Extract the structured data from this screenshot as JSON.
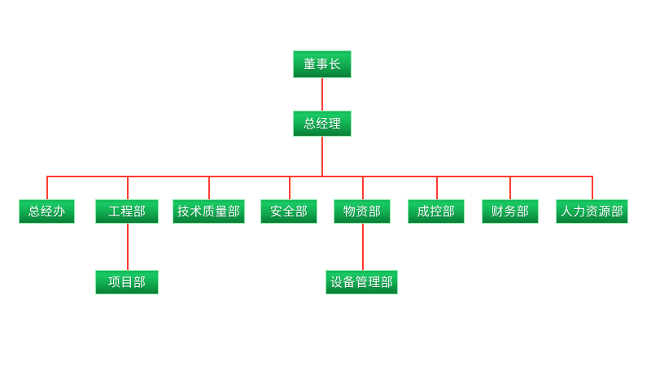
{
  "diagram": {
    "type": "organization-chart",
    "title": "",
    "background_color": "#ffffff",
    "node_fill_top": "#19c964",
    "node_fill_bottom": "#0c7a36",
    "node_border_color": "#8ce9ab",
    "node_text_color": "#ffffff",
    "connector_color": "#ff3b30"
  },
  "levels": {
    "level1": {
      "nodes": [
        {
          "id": "chairman",
          "label": "董事长"
        }
      ]
    },
    "level2": {
      "nodes": [
        {
          "id": "general-manager",
          "label": "总经理"
        }
      ]
    },
    "level3": {
      "nodes": [
        {
          "id": "gm-office",
          "label": "总经办"
        },
        {
          "id": "engineering",
          "label": "工程部"
        },
        {
          "id": "tech-quality",
          "label": "技术质量部"
        },
        {
          "id": "safety",
          "label": "安全部"
        },
        {
          "id": "materials",
          "label": "物资部"
        },
        {
          "id": "cost-control",
          "label": "成控部"
        },
        {
          "id": "finance",
          "label": "财务部"
        },
        {
          "id": "human-resources",
          "label": "人力资源部"
        }
      ]
    },
    "level4": {
      "nodes": [
        {
          "id": "project-dept",
          "label": "项目部",
          "parent": "engineering"
        },
        {
          "id": "equipment-mgmt",
          "label": "设备管理部",
          "parent": "materials"
        }
      ]
    }
  }
}
